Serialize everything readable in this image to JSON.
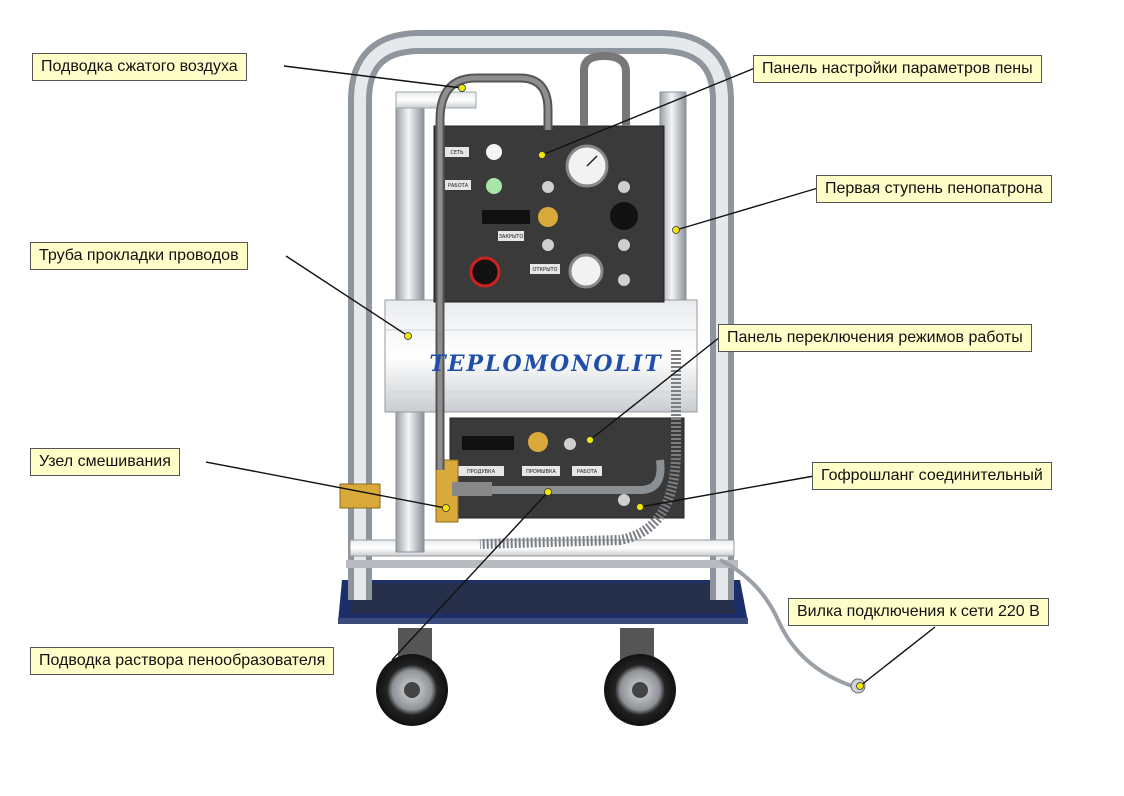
{
  "callouts": {
    "air_supply": "Подводка сжатого воздуха",
    "foam_panel": "Панель настройки параметров пены",
    "first_stage": "Первая ступень пенопатрона",
    "wire_tube": "Труба прокладки проводов",
    "mode_panel": "Панель переключения режимов работы",
    "mixing_unit": "Узел смешивания",
    "corrugated_hose": "Гофрошланг соединительный",
    "plug": "Вилка подключения к сети 220 В",
    "foam_solution": "Подводка раствора пенообразователя"
  },
  "machine": {
    "brand": "TEPLOMONOLIT",
    "upper_panel": {
      "label_set": "СЕТЬ",
      "label_work": "РАБОТА",
      "label_closed": "ЗАКРЫТО",
      "label_open": "ОТКРЫТО"
    },
    "lower_panel": {
      "label_purge": "ПРОДУВКА",
      "label_flush": "ПРОМЫВКА",
      "label_work": "РАБОТА"
    }
  },
  "colors": {
    "callout_fill": "#fffdc8",
    "marker": "#f2e600",
    "panel": "#3a3a3a",
    "frame": "#c8ccd0",
    "deck": "#1c2f6b"
  }
}
